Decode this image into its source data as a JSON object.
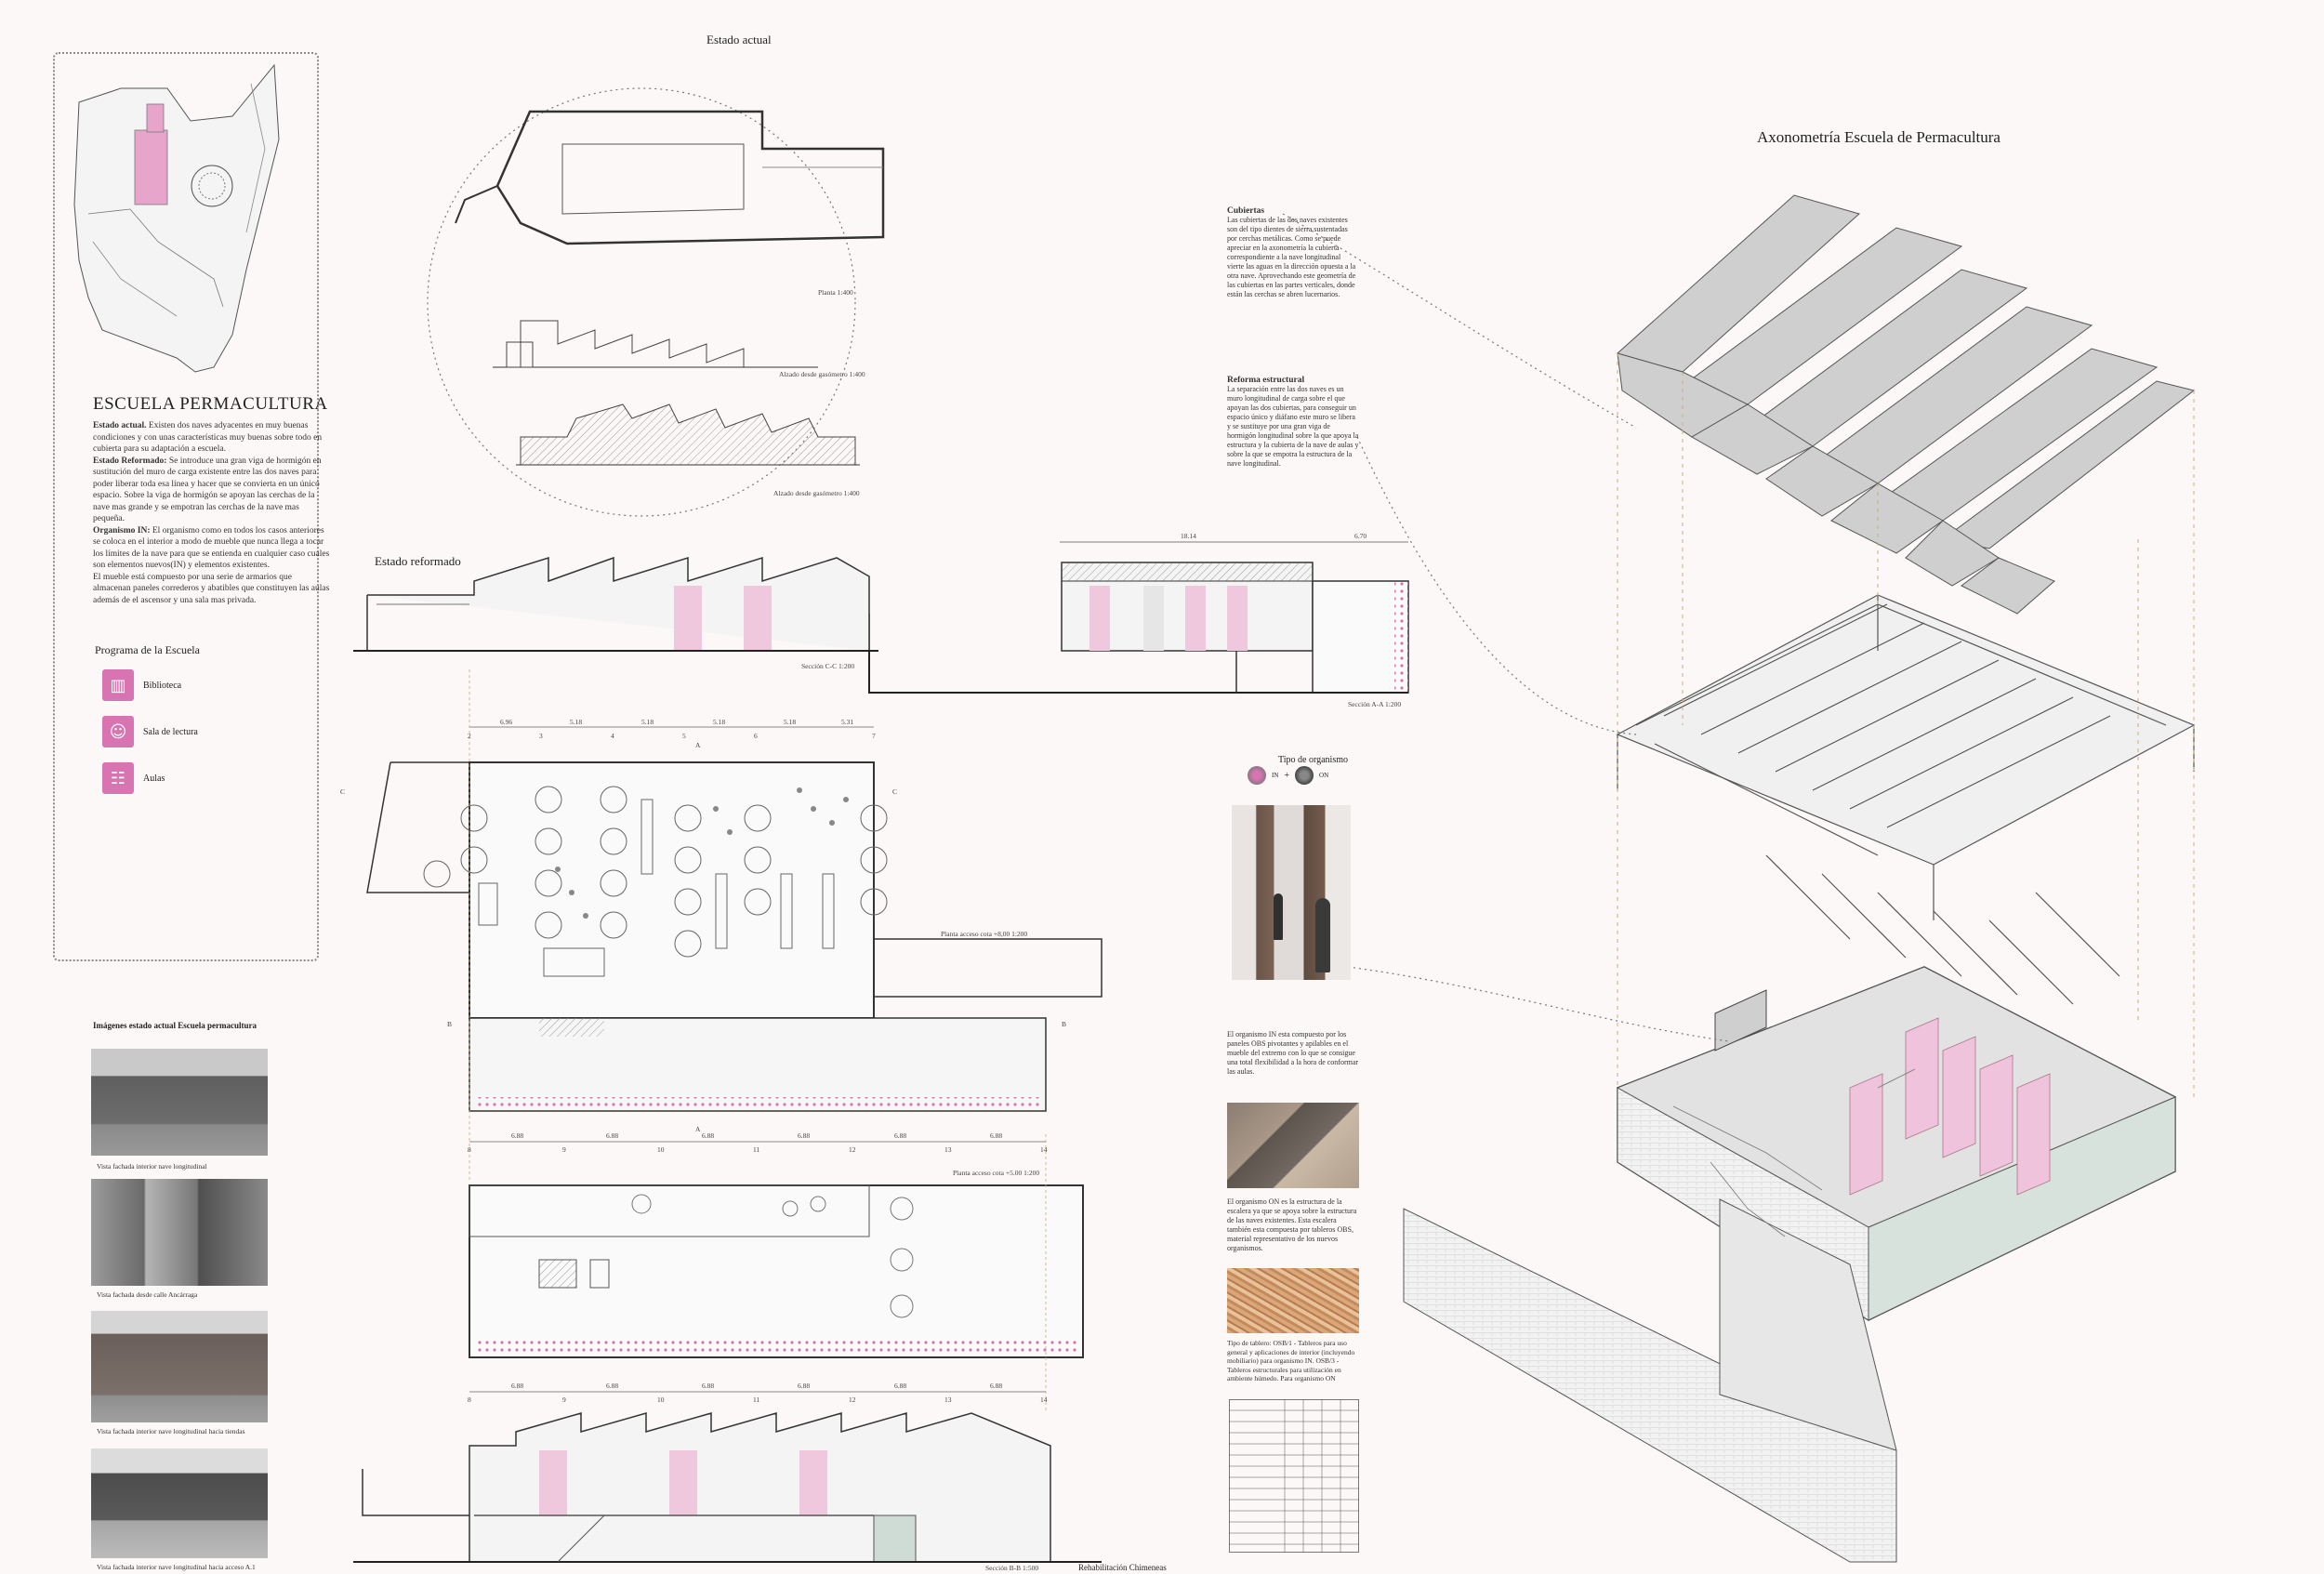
{
  "sheet_title": "Axonometría Escuela de Permacultura",
  "left_panel": {
    "project_title": "ESCUELA PERMACULTURA",
    "paragraphs": [
      {
        "lead": "Estado actual.",
        "text": " Existen dos naves adyacentes en muy buenas condiciones y con unas características muy buenas sobre todo en cubierta para su adaptación a escuela."
      },
      {
        "lead": "Estado Reformado:",
        "text": " Se introduce una gran viga de hormigón en sustitución del muro de carga existente entre las dos naves para poder liberar toda esa línea y hacer que se convierta en un único espacio. Sobre la viga de hormigón se apoyan las cerchas de la nave mas grande y se empotran las cerchas de la nave mas pequeña."
      },
      {
        "lead": "Organismo IN:",
        "text": " El organismo como en todos los casos anteriores se coloca en el interior a modo de mueble que nunca llega a tocar los límites de la nave para que se entienda en cualquier caso cuales son elementos nuevos(IN) y elementos existentes."
      },
      {
        "lead": "",
        "text": "El mueble está compuesto por una serie de armarios que almacenan paneles correderos y abatibles que constituyen las aulas además de el ascensor y una sala mas privada."
      }
    ],
    "program_title": "Programa de la Escuela",
    "program": [
      {
        "label": "Biblioteca",
        "icon": "books-icon",
        "glyph": "▥"
      },
      {
        "label": "Sala de lectura",
        "icon": "reading-icon",
        "glyph": "☺"
      },
      {
        "label": "Aulas",
        "icon": "classroom-icon",
        "glyph": "☷"
      }
    ]
  },
  "photos": {
    "title": "Imágenes estado actual Escuela permacultura",
    "items": [
      {
        "caption": "Vista fachada interior nave longitudinal"
      },
      {
        "caption": "Vista fachada desde calle Ancárraga"
      },
      {
        "caption": "Vista fachada interior nave longitudinal hacia tiendas"
      },
      {
        "caption": "Vista fachada interior nave longitudinal hacia acceso A.1"
      }
    ]
  },
  "drawings": {
    "estado_actual": "Estado actual",
    "planta_400": "Planta 1:400",
    "alzado_gasometro_1": "Alzado desde gasómetro 1:400",
    "alzado_gasometro_2": "Alzado desde gasómetro 1:400",
    "estado_reformado": "Estado reformado",
    "seccion_cc": "Sección C-C  1:200",
    "seccion_aa": "Sección A-A  1:200",
    "seccion_bb": "Sección B-B  1:500",
    "planta_acceso_8": "Planta acceso cota +8,00  1:200",
    "planta_acceso_5": "Planta acceso cota +5.00  1:200",
    "dim_top": [
      "18.14",
      "6.70"
    ],
    "dims_row1": [
      "6.96",
      "5.18",
      "5.18",
      "5.18",
      "5.18",
      "5.31"
    ],
    "axes_row1": [
      "2",
      "3",
      "4",
      "5",
      "6",
      "7"
    ],
    "dims_row2": [
      "6.88",
      "6.88",
      "6.88",
      "6.88",
      "6.88",
      "6.88"
    ],
    "axes_row2": [
      "8",
      "9",
      "10",
      "11",
      "12",
      "13",
      "14"
    ],
    "dims_row3": [
      "6.88",
      "6.88",
      "6.88",
      "6.88",
      "6.88",
      "6.88"
    ],
    "axes_row3": [
      "8",
      "9",
      "10",
      "11",
      "12",
      "13",
      "14"
    ],
    "cut_labels": {
      "a": "A",
      "b": "B",
      "c": "C"
    }
  },
  "notes": {
    "cubiertas_title": "Cubiertas",
    "cubiertas_text": "Las cubiertas de las dos naves existentes son del tipo dientes de sierra sustentadas por cerchas metálicas. Como se puede apreciar en la axonometría la cubierta correspondiente a la nave longitudinal vierte las aguas en la dirección opuesta a la otra nave. Aprovechando este geometría de las cubiertas en las partes verticales, donde están las cerchas se abren lucernarios.",
    "reforma_title": "Reforma estructural",
    "reforma_text": "La separación entre las dos naves es un muro longitudinal de carga sobre el que apoyan las dos cubiertas, para conseguir un espacio único y diáfano este muro se libera y se sustituye por una gran viga de hormigón longitudinal sobre la que apoya la estructura y la cubierta de la nave de aulas y sobre la que se empotra la estructura de la nave longitudinal.",
    "organismo_title": "Tipo de organismo",
    "organismo_in": "IN",
    "organismo_plus": "+",
    "organismo_on": "ON",
    "organismo_in_text": "El organismo IN esta compuesto por los paneles OBS pivotantes y apilables en el mueble del extremo con lo que se consigue una total flexibilidad a la hora de conformar las aulas.",
    "organismo_on_text": "El organismo ON es la estructura de la escalera ya que se apoya sobre la estructura de las naves existentes. Esta escalera también esta compuesta por tableros OBS, material representativo de los nuevos organismos.",
    "tableros_text": "Tipo de tablero: OSB/1 - Tableros para uso general y aplicaciones de interior (incluyendo mobiliario) para organismo IN. OSB/3 - Tableros estructurales para utilización en ambiente húmedo. Para organismo ON",
    "bottom_caption": "Rehabilitación Chimeneas"
  },
  "colors": {
    "pink": "#d874b2",
    "pink_light": "#f0c8de",
    "line": "#3a3a3a",
    "grey": "#cfcfcf"
  }
}
